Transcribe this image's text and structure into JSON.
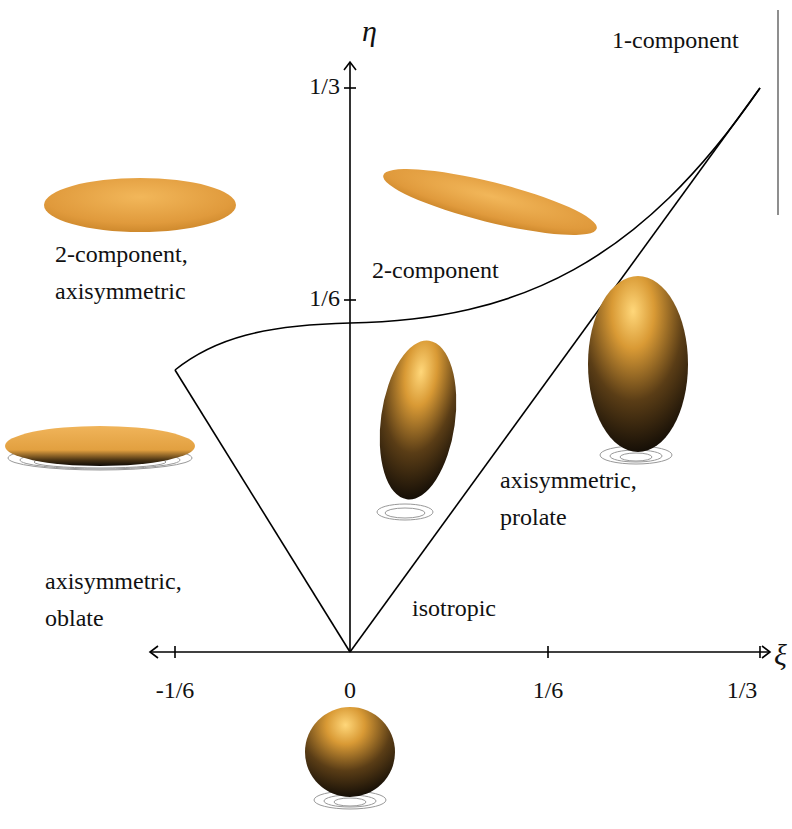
{
  "diagram": {
    "labels": [
      "η",
      "1/3",
      "1-component",
      "1/6",
      "2-component, axisymmetric",
      "2-component",
      "axisymmetric, prolate",
      "axisymmetric, oblate",
      "isotropic",
      "ξ",
      "-1/6",
      "0",
      "1/6",
      "1/3"
    ]
  }
}
